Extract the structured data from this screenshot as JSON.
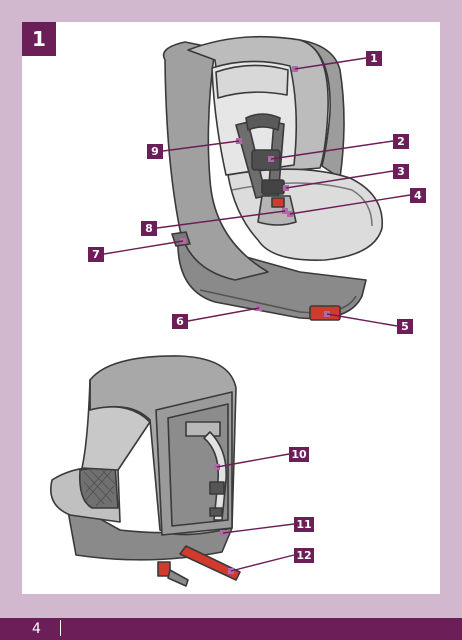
{
  "step": {
    "number": "1"
  },
  "footer": {
    "page_number": "4"
  },
  "callouts": [
    "1",
    "2",
    "3",
    "4",
    "5",
    "6",
    "7",
    "8",
    "9",
    "10",
    "11",
    "12"
  ],
  "colors": {
    "accent": "#6b1e57",
    "frame": "#d2b8cf",
    "marker": "#b06aa6",
    "red_part": "#d23a2e"
  }
}
